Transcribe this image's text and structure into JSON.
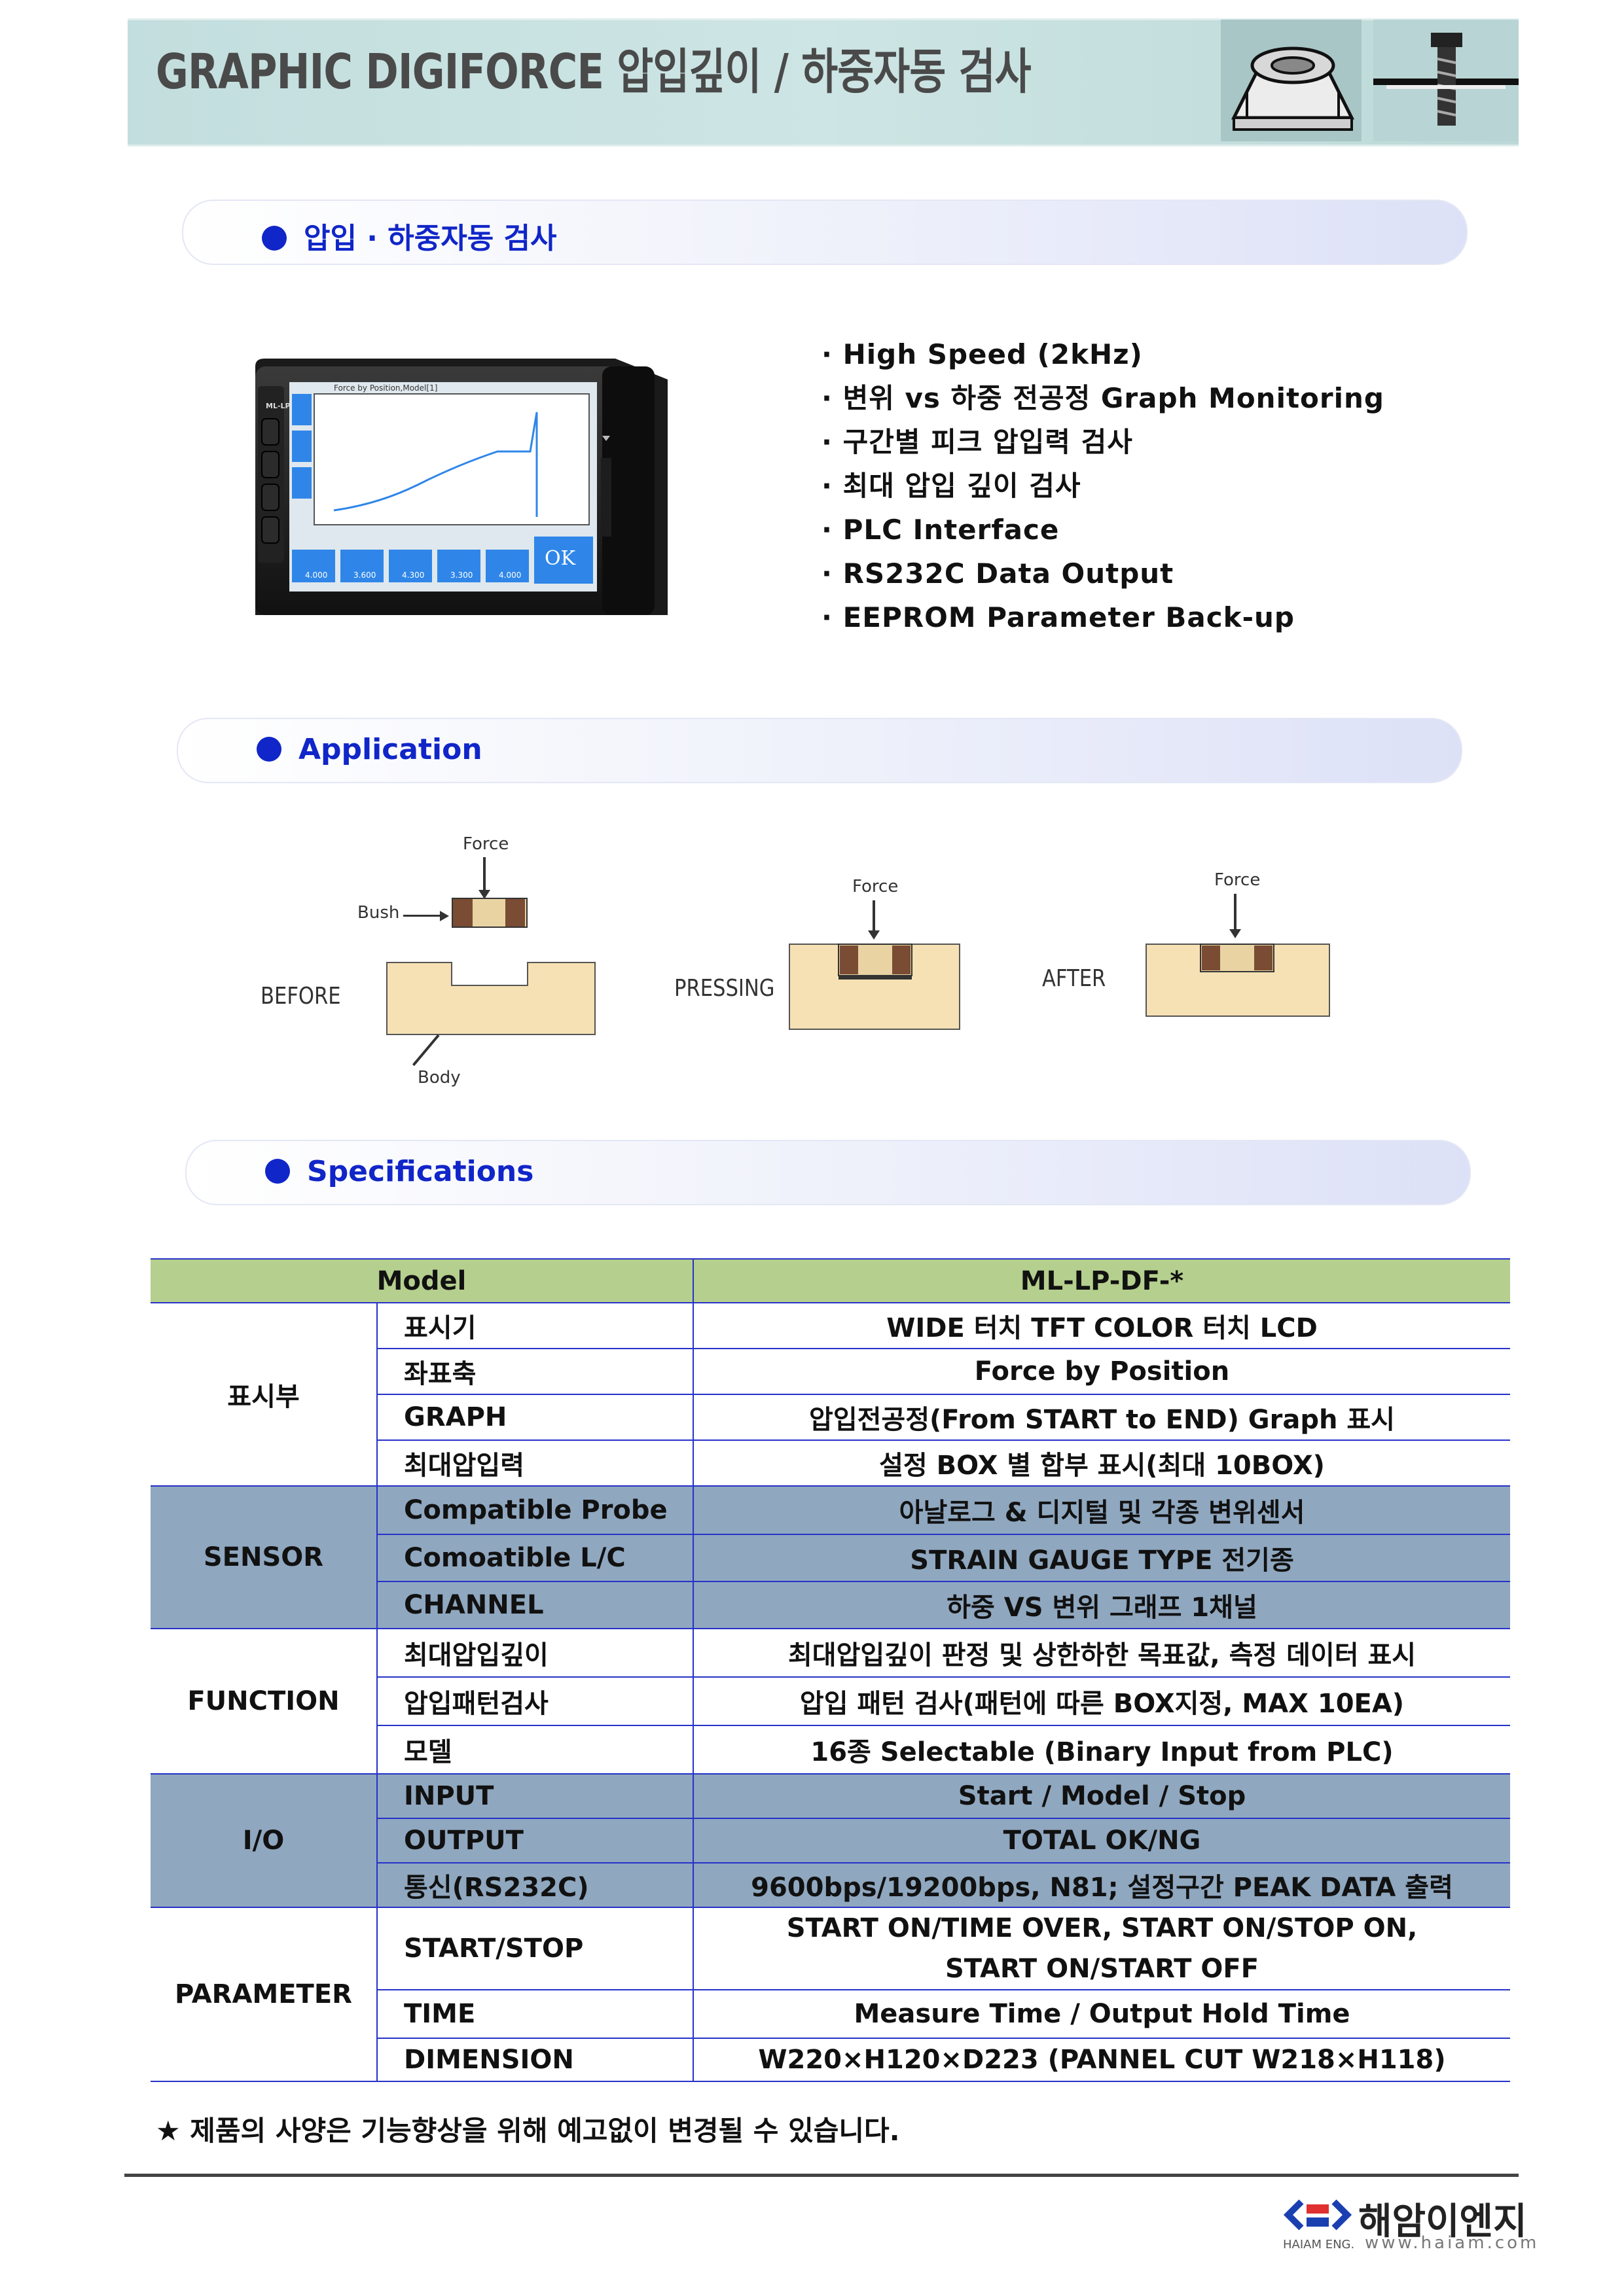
{
  "header": {
    "title": "GRAPHIC DIGIFORCE  압입깊이 / 하중자동 검사"
  },
  "sections": {
    "intro": "압입 · 하중자동 검사",
    "application": "Application",
    "specifications": "Specifications"
  },
  "device": {
    "side_label": "ML-LP",
    "screen_title": "Force by Position,Model[1]",
    "ok_label": "OK",
    "readouts": [
      "4.000",
      "3.600",
      "4.300",
      "3.300",
      "4.000"
    ]
  },
  "features": [
    "· High Speed (2kHz)",
    "· 변위 vs 하중 전공정 Graph Monitoring",
    "· 구간별 피크 압입력 검사",
    "· 최대 압입 깊이 검사",
    "· PLC Interface",
    "· RS232C Data Output",
    "· EEPROM Parameter Back-up"
  ],
  "application": {
    "before": "BEFORE",
    "pressing": "PRESSING",
    "after": "AFTER",
    "force": "Force",
    "bush": "Bush",
    "body": "Body"
  },
  "spec": {
    "model_label": "Model",
    "model_value": "ML-LP-DF-*",
    "groups": {
      "display": "표시부",
      "sensor": "SENSOR",
      "function": "FUNCTION",
      "io": "I/O",
      "parameter": "PARAMETER"
    },
    "rows": [
      {
        "name": "표시기",
        "value": "WIDE 터치 TFT COLOR 터치 LCD"
      },
      {
        "name": "좌표축",
        "value": "Force by Position"
      },
      {
        "name": "GRAPH",
        "value": "압입전공정(From START to END) Graph 표시"
      },
      {
        "name": "최대압입력",
        "value": "설정 BOX 별 합부 표시(최대 10BOX)"
      },
      {
        "name": "Compatible Probe",
        "value": "아날로그 & 디지털 및 각종 변위센서"
      },
      {
        "name": "Comoatible L/C",
        "value": "STRAIN GAUGE TYPE 전기종"
      },
      {
        "name": "CHANNEL",
        "value": "하중 VS 변위 그래프 1채널"
      },
      {
        "name": "최대압입깊이",
        "value": "최대압입깊이 판정 및 상한하한 목표값, 측정 데이터 표시"
      },
      {
        "name": "압입패턴검사",
        "value": "압입 패턴 검사(패턴에 따른 BOX지정, MAX 10EA)"
      },
      {
        "name": "모델",
        "value": "16종 Selectable (Binary Input from PLC)"
      },
      {
        "name": "INPUT",
        "value": "Start / Model / Stop"
      },
      {
        "name": "OUTPUT",
        "value": "TOTAL OK/NG"
      },
      {
        "name": "통신(RS232C)",
        "value": "9600bps/19200bps, N81; 설정구간 PEAK DATA 출력"
      },
      {
        "name": "START/STOP",
        "value_line1": "START ON/TIME OVER,  START ON/STOP ON,",
        "value_line2": "START ON/START OFF"
      },
      {
        "name": "TIME",
        "value": "Measure Time / Output Hold Time"
      },
      {
        "name": "DIMENSION",
        "value": "W220×H120×D223 (PANNEL CUT W218×H118)"
      }
    ]
  },
  "note": "★ 제품의 사양은 기능향상을 위해 예고없이 변경될 수 있습니다.",
  "footer": {
    "company": "해암이엔지",
    "company_en": "HAIAM ENG.",
    "website": "www.haiam.com"
  }
}
